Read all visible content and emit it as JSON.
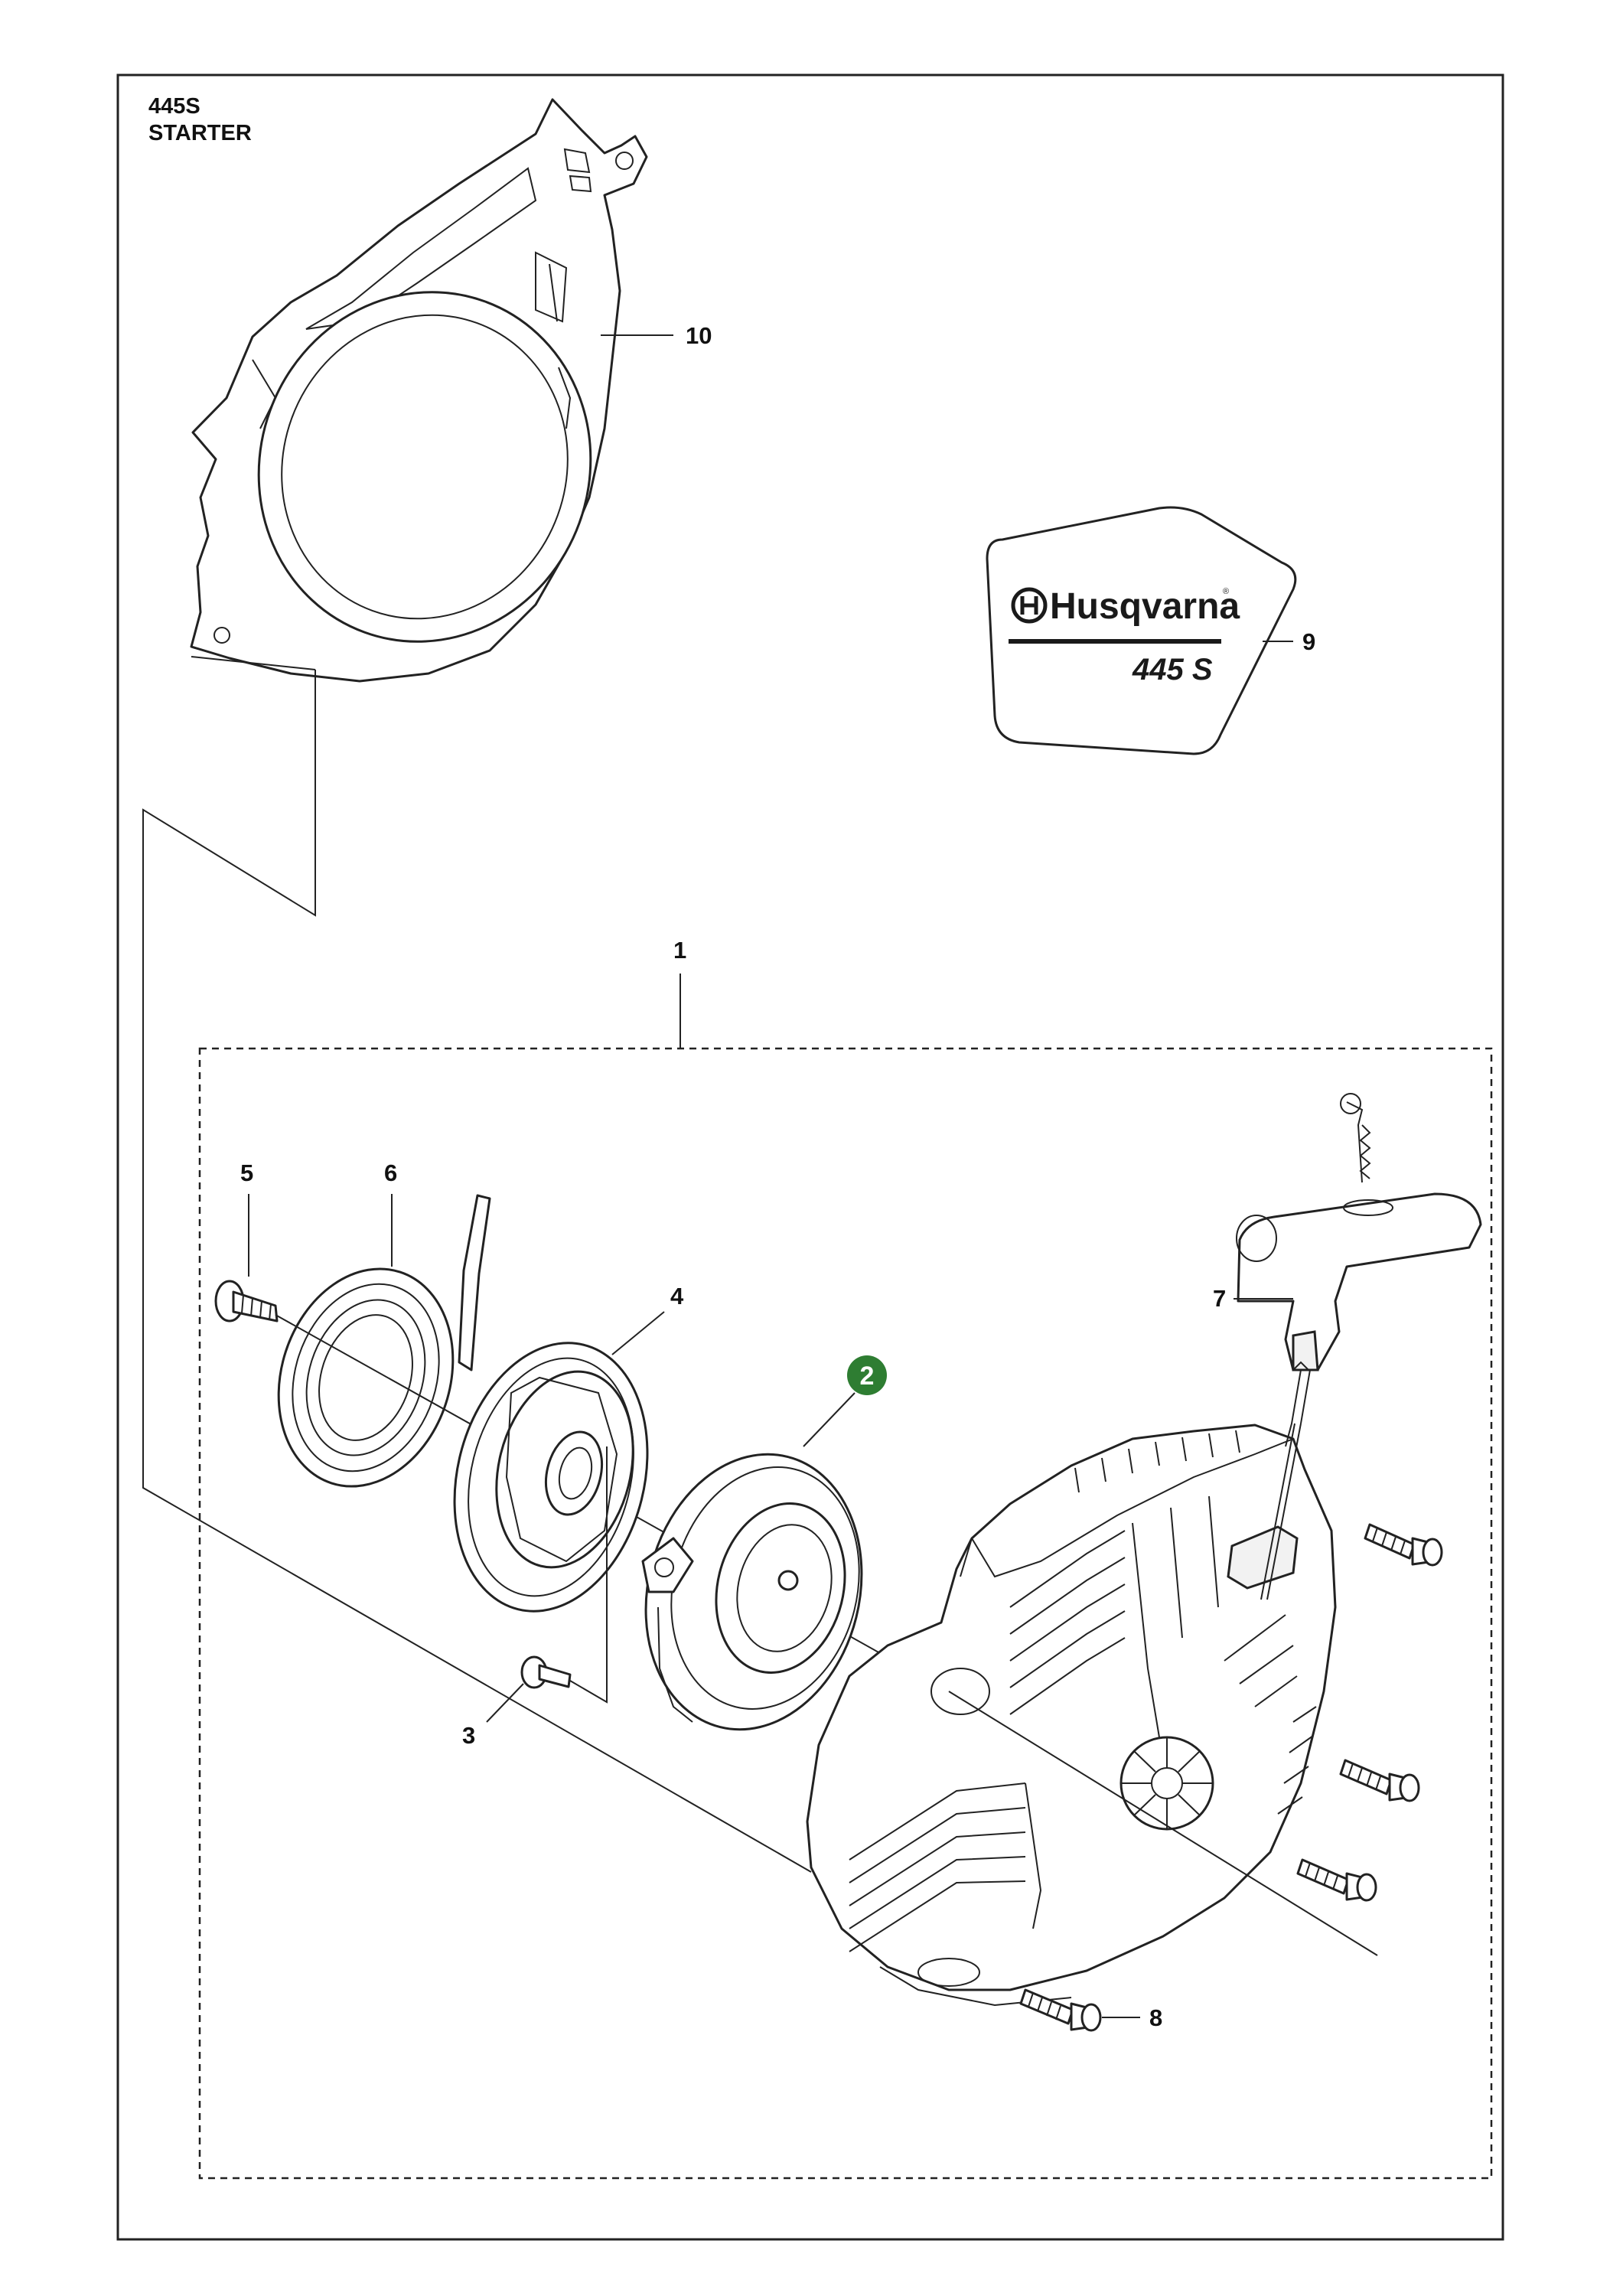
{
  "header": {
    "model": "445S",
    "section": "STARTER"
  },
  "decal": {
    "brand": "Husqvarna",
    "trademark": "®",
    "model": "445 S"
  },
  "callouts": [
    {
      "id": "1",
      "highlight": false
    },
    {
      "id": "2",
      "highlight": true
    },
    {
      "id": "3",
      "highlight": false
    },
    {
      "id": "4",
      "highlight": false
    },
    {
      "id": "5",
      "highlight": false
    },
    {
      "id": "6",
      "highlight": false
    },
    {
      "id": "7",
      "highlight": false
    },
    {
      "id": "8",
      "highlight": false
    },
    {
      "id": "9",
      "highlight": false
    },
    {
      "id": "10",
      "highlight": false
    }
  ],
  "colors": {
    "line": "#222222",
    "highlight_badge": "#2e7d32",
    "background": "#ffffff"
  }
}
